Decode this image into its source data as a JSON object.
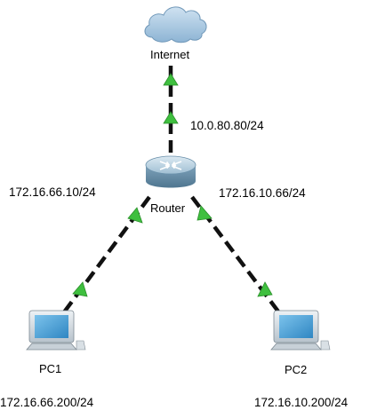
{
  "devices": {
    "internet": {
      "name": "Internet",
      "icon": "cloud-icon"
    },
    "router": {
      "name": "Router",
      "icon": "router-icon"
    },
    "pc1": {
      "name": "PC1",
      "icon": "pc-icon",
      "ip": "172.16.66.200/24"
    },
    "pc2": {
      "name": "PC2",
      "icon": "pc-icon",
      "ip": "172.16.10.200/24"
    }
  },
  "interfaces": {
    "router_internet": "10.0.80.80/24",
    "router_pc1": "172.16.66.10/24",
    "router_pc2": "172.16.10.66/24"
  },
  "colors": {
    "link": "#111111",
    "link_status": "#3fbf3f",
    "cloud": "#a9c9e3",
    "router": "#8fb3c9",
    "pc_screen": "#56a6d8"
  }
}
